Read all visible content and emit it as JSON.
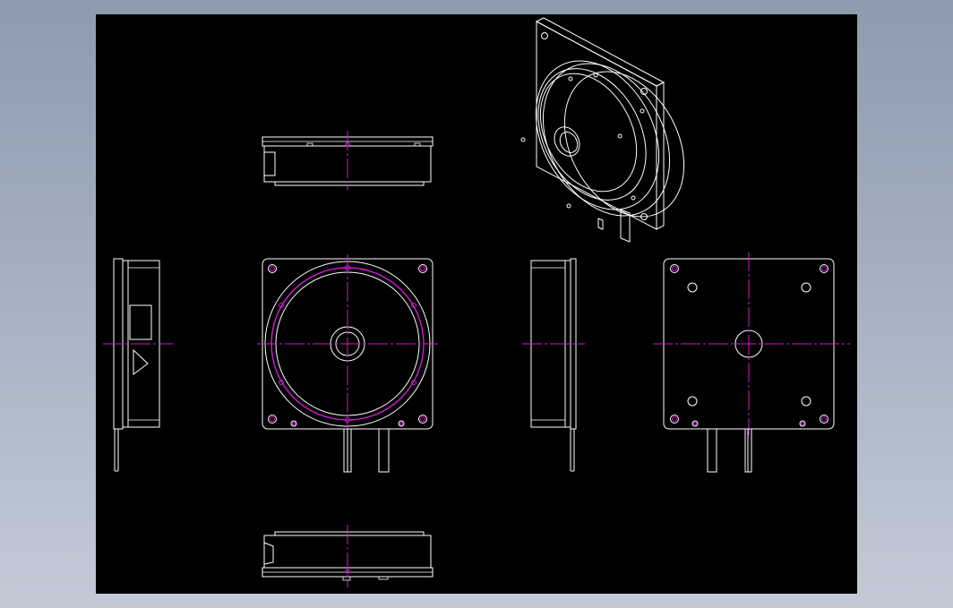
{
  "app": {
    "viewport": "cad-model-space",
    "background_color": "#000000",
    "line_color": "#ffffff",
    "centerline_color": "#d21ad2"
  },
  "views": [
    {
      "name": "top-view"
    },
    {
      "name": "left-view"
    },
    {
      "name": "front-view"
    },
    {
      "name": "right-view"
    },
    {
      "name": "rear-view"
    },
    {
      "name": "bottom-view"
    },
    {
      "name": "isometric-view"
    }
  ]
}
